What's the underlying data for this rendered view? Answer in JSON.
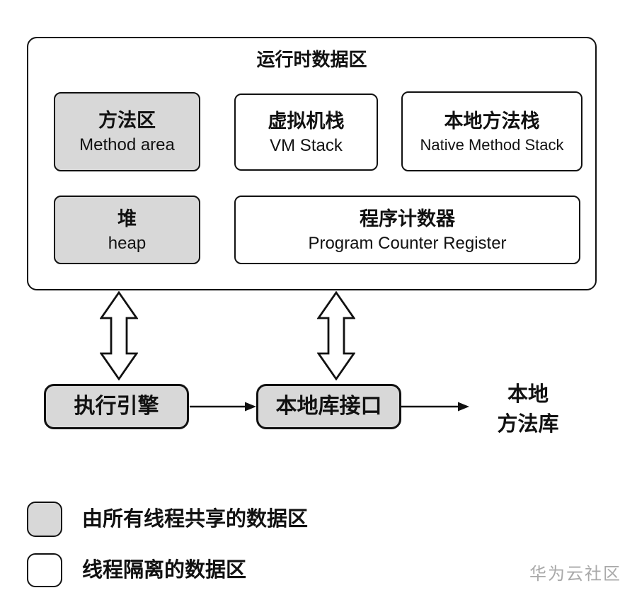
{
  "diagram": {
    "runtime_area": {
      "title": "运行时数据区",
      "method_area": {
        "zh": "方法区",
        "en": "Method area"
      },
      "vm_stack": {
        "zh": "虚拟机栈",
        "en": "VM Stack"
      },
      "native_method_stack": {
        "zh": "本地方法栈",
        "en": "Native Method Stack"
      },
      "heap": {
        "zh": "堆",
        "en": "heap"
      },
      "pc_register": {
        "zh": "程序计数器",
        "en": "Program Counter Register"
      }
    },
    "execution_engine": "执行引擎",
    "native_interface": "本地库接口",
    "native_library": {
      "line1": "本地",
      "line2": "方法库"
    },
    "legend": {
      "shared": "由所有线程共享的数据区",
      "isolated": "线程隔离的数据区"
    },
    "watermark": "华为云社区",
    "colors": {
      "shared_fill": "#d8d8d8",
      "isolated_fill": "#ffffff",
      "border": "#111111",
      "watermark_text": "#a9a9a9"
    }
  }
}
